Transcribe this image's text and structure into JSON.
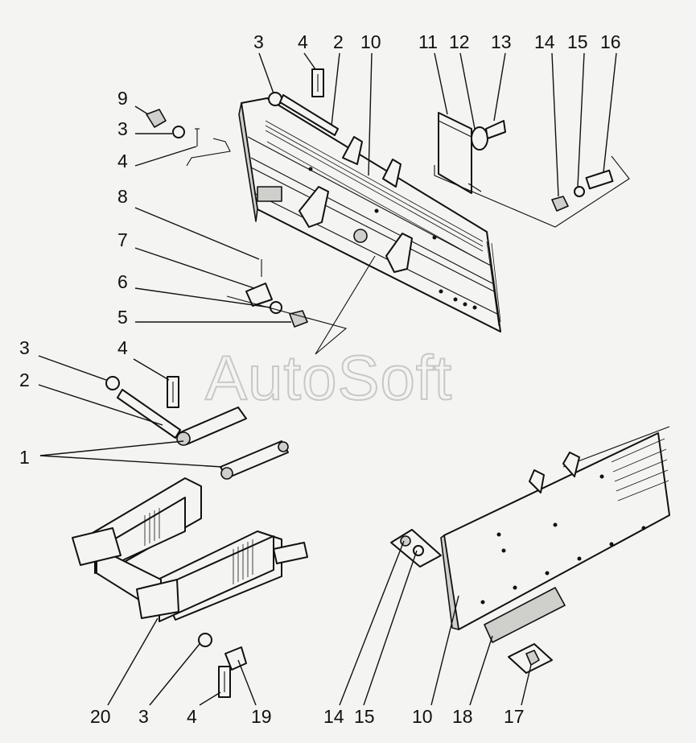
{
  "watermark": "AutoSoft",
  "callouts": {
    "c1": "3",
    "c2": "4",
    "c3": "2",
    "c4": "10",
    "c5": "11",
    "c6": "12",
    "c7": "13",
    "c8": "14",
    "c9": "15",
    "c10": "16",
    "c11": "9",
    "c12": "3",
    "c13": "4",
    "c14": "8",
    "c15": "7",
    "c16": "6",
    "c17": "5",
    "c18": "3",
    "c19": "4",
    "c20": "2",
    "c21": "1",
    "c22": "20",
    "c23": "3",
    "c24": "4",
    "c25": "19",
    "c26": "14",
    "c27": "15",
    "c28": "10",
    "c29": "18",
    "c30": "17"
  }
}
